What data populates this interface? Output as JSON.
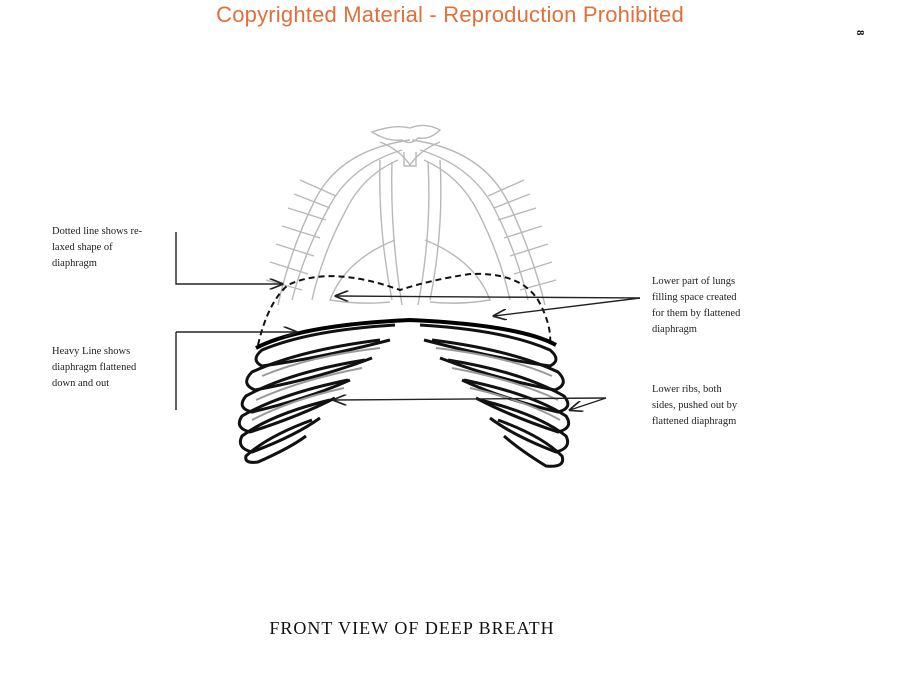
{
  "watermark": "Copyrighted Material - Reproduction Prohibited",
  "page_number": "8",
  "labels": {
    "dotted_line": [
      "Dotted line shows re-",
      "laxed shape of",
      "diaphragm"
    ],
    "heavy_line": [
      "Heavy Line shows",
      "diaphragm flattened",
      "down and out"
    ],
    "lower_lungs": [
      "Lower part of lungs",
      "filling space created",
      "for them by flattened",
      "diaphragm"
    ],
    "lower_ribs": [
      "Lower ribs, both",
      "sides, pushed out by",
      "flattened diaphragm"
    ]
  },
  "title": "FRONT VIEW OF DEEP BREATH"
}
